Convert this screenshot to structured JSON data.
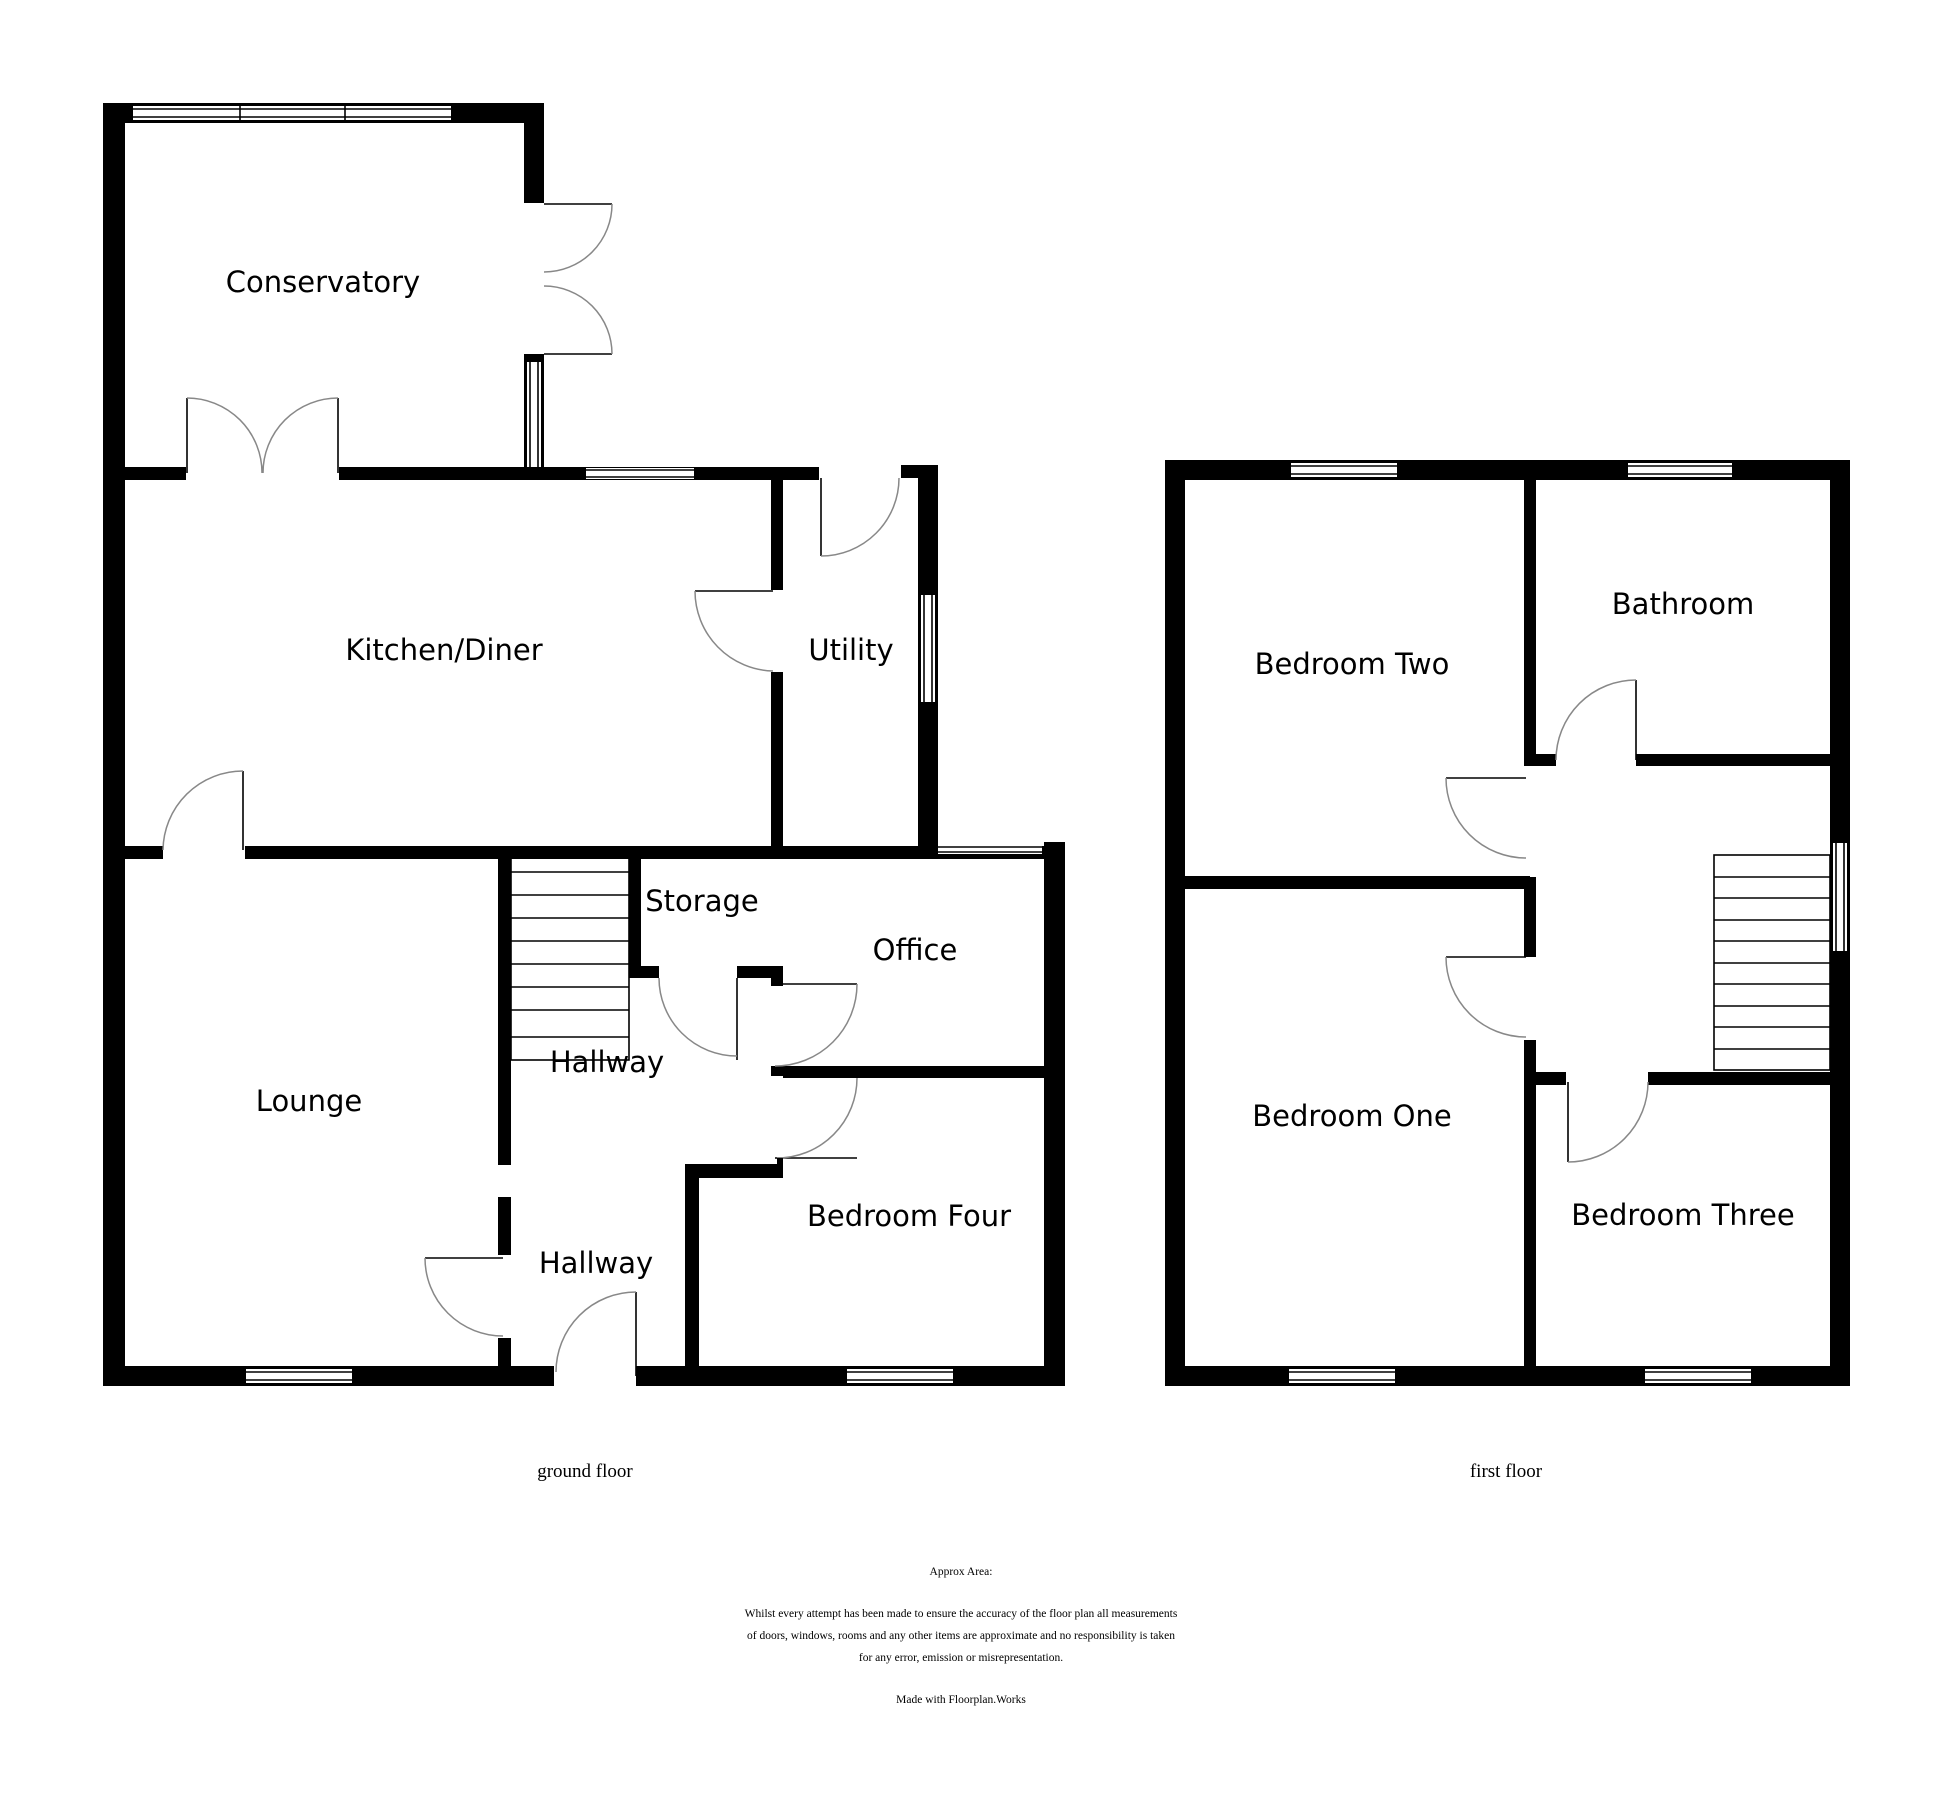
{
  "ground_floor": {
    "label": "ground floor",
    "rooms": {
      "conservatory": "Conservatory",
      "kitchen_diner": "Kitchen/Diner",
      "utility": "Utility",
      "storage": "Storage",
      "office": "Office",
      "lounge": "Lounge",
      "hallway_upper": "Hallway",
      "hallway_lower": "Hallway",
      "bedroom_four": "Bedroom Four"
    }
  },
  "first_floor": {
    "label": "first floor",
    "rooms": {
      "bedroom_two": "Bedroom Two",
      "bathroom": "Bathroom",
      "bedroom_one": "Bedroom One",
      "bedroom_three": "Bedroom Three"
    }
  },
  "notes": {
    "approx_area": "Approx Area:",
    "disclaimer_line1": "Whilst every attempt has been made to ensure the accuracy of the floor plan all measurements",
    "disclaimer_line2": "of doors, windows, rooms and any other items are approximate and no responsibility is taken",
    "disclaimer_line3": "for any error, emission or misrepresentation.",
    "made_with": "Made with Floorplan.Works"
  }
}
